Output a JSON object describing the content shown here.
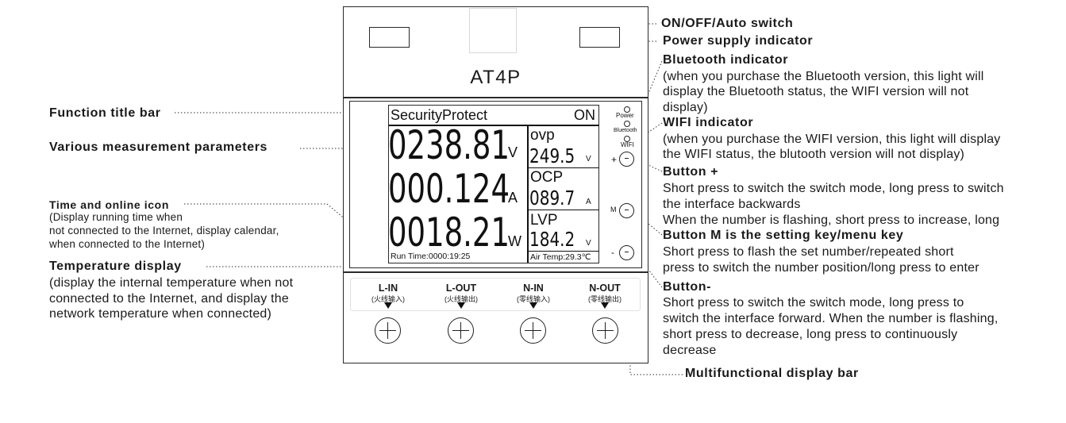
{
  "device": {
    "model": "AT4P",
    "screen": {
      "title": "SecurityProtect",
      "switch_state": "ON",
      "voltage_value": "0238.81",
      "voltage_unit": "V",
      "current_value": "000.124",
      "current_unit": "A",
      "power_value": "0018.21",
      "power_unit": "W",
      "ovp_label": "ovp",
      "ovp_value": "249.5",
      "ovp_unit": "V",
      "ocp_label": "OCP",
      "ocp_value": "089.7",
      "ocp_unit": "A",
      "lvp_label": "LVP",
      "lvp_value": "184.2",
      "lvp_unit": "V",
      "run_time": "Run Time:0000:19:25",
      "air_temp": "Air Temp:29.3℃"
    },
    "indicators": {
      "power": "Power",
      "bluetooth": "Bluetooth",
      "wifi": "WIFI"
    },
    "buttons": {
      "plus": "+",
      "m": "M",
      "minus": "-"
    },
    "terminals": [
      {
        "label": "L-IN",
        "sub": "(火线输入)"
      },
      {
        "label": "L-OUT",
        "sub": "(火线输出)"
      },
      {
        "label": "N-IN",
        "sub": "(零线输入)"
      },
      {
        "label": "N-OUT",
        "sub": "(零线输出)"
      }
    ]
  },
  "left_labels": {
    "function_title_bar": "Function title bar",
    "measurement_params": "Various measurement parameters",
    "time_icon_title": "Time and online icon",
    "time_icon_desc": [
      "(Display running time when",
      "not connected to the Internet, display calendar,",
      "when connected to the Internet)"
    ],
    "temp_title": "Temperature display",
    "temp_desc": [
      "(display the internal temperature when not",
      "connected to the Internet, and display the",
      "network temperature when connected)"
    ]
  },
  "right_labels": {
    "switch": "ON/OFF/Auto switch",
    "power_indicator": "Power supply indicator",
    "bt_title": "Bluetooth indicator",
    "bt_desc": [
      "(when you purchase the Bluetooth version, this light will",
      "display the Bluetooth status, the WIFI version will not",
      "display)"
    ],
    "wifi_title": "WIFI indicator",
    "wifi_desc": [
      "(when you purchase the WIFI version, this light will display",
      "the WIFI status, the blutooth version will not display)"
    ],
    "plus_title": "Button +",
    "plus_desc": [
      "Short press to switch the switch mode, long press to switch",
      "the interface backwards",
      "When the number is flashing, short press to increase, long"
    ],
    "m_title": "Button M is the setting key/menu key",
    "m_desc": [
      "Short press to flash the set number/repeated short",
      "press to switch the number position/long press to enter"
    ],
    "minus_title": "Button-",
    "minus_desc": [
      "Short press to switch the switch mode, long press to",
      "switch the interface forward. When the number is flashing,",
      "short press to decrease, long press to continuously",
      "decrease"
    ],
    "display_bar": "Multifunctional display bar"
  }
}
